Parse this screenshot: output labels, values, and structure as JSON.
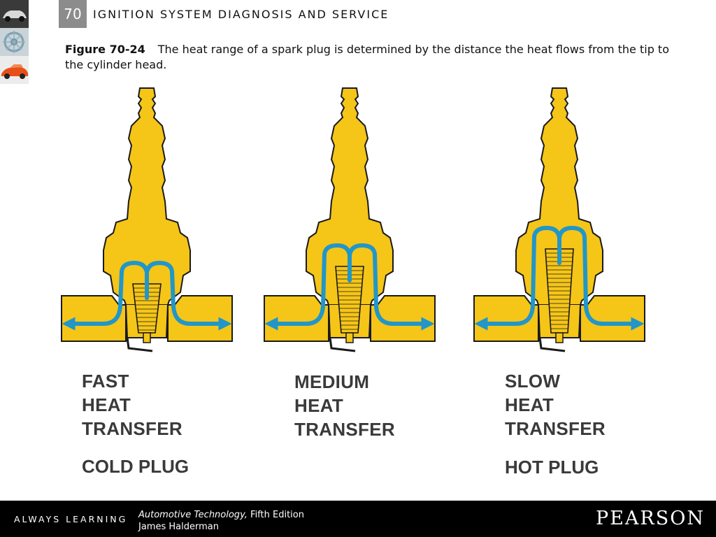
{
  "header": {
    "chapter_number": "70",
    "chapter_title": "IGNITION SYSTEM DIAGNOSIS AND SERVICE",
    "thumb_icons": [
      "car-thumbnail-icon",
      "parts-thumbnail-icon",
      "sports-car-thumbnail-icon"
    ]
  },
  "caption": {
    "figure_label": "Figure 70-24",
    "text": "The heat range of a spark plug is determined by the distance the heat flows from the tip to the cylinder head."
  },
  "plugs": [
    {
      "line1": "FAST",
      "line2": "HEAT",
      "line3": "TRANSFER",
      "type": "COLD PLUG"
    },
    {
      "line1": "MEDIUM",
      "line2": "HEAT",
      "line3": "TRANSFER",
      "type": ""
    },
    {
      "line1": "SLOW",
      "line2": "HEAT",
      "line3": "TRANSFER",
      "type": "HOT PLUG"
    }
  ],
  "colors": {
    "plug_yellow": "#f5c518",
    "outline": "#1a1a1a",
    "heat_flow": "#2196c9",
    "footer_bg": "#000000"
  },
  "footer": {
    "tagline": "ALWAYS LEARNING",
    "book_title": "Automotive Technology,",
    "edition": "Fifth Edition",
    "author": "James Halderman",
    "brand": "PEARSON"
  }
}
